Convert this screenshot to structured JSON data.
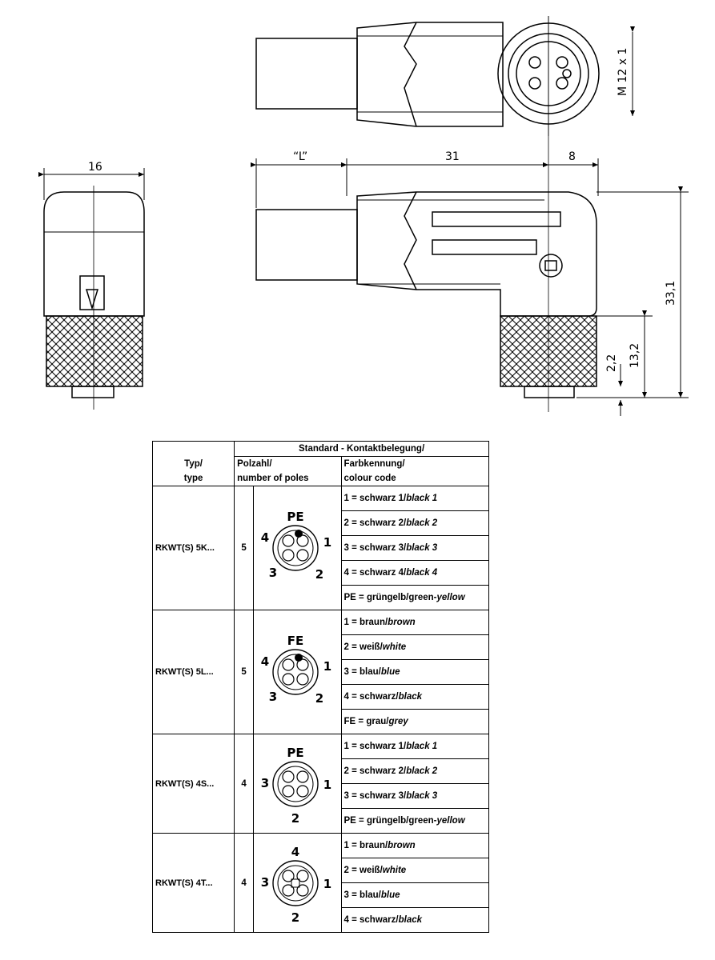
{
  "dimensions": {
    "thread": "M 12 x 1",
    "width_16": "16",
    "length_L": "“L”",
    "length_31": "31",
    "length_8": "8",
    "height_33_1": "33,1",
    "height_13_2": "13,2",
    "height_2_2": "2,2"
  },
  "table": {
    "header_main": "Standard - Kontaktbelegung/",
    "col_type_de": "Typ/",
    "col_type_en": "type",
    "col_poles_de": "Polzahl/",
    "col_poles_en": "number of poles",
    "col_colour_de": "Farbkennung/",
    "col_colour_en": "colour code",
    "rows": [
      {
        "type": "RKWT(S) 5K...",
        "poles": "5",
        "diagram": {
          "top": "PE",
          "left": "4",
          "right": "1",
          "bl": "3",
          "br": "2"
        },
        "colours": [
          {
            "n": "1 = schwarz 1/",
            "it": "black 1"
          },
          {
            "n": "2 = schwarz 2/",
            "it": "black 2"
          },
          {
            "n": "3 = schwarz 3/",
            "it": "black 3"
          },
          {
            "n": "4 = schwarz 4/",
            "it": "black 4"
          },
          {
            "n": "PE = grüngelb/green-",
            "it": "yellow"
          }
        ]
      },
      {
        "type": "RKWT(S) 5L...",
        "poles": "5",
        "diagram": {
          "top": "FE",
          "left": "4",
          "right": "1",
          "bl": "3",
          "br": "2"
        },
        "colours": [
          {
            "n": "1 = braun/",
            "it": "brown"
          },
          {
            "n": "2 = weiß/",
            "it": "white"
          },
          {
            "n": "3 = blau/",
            "it": "blue"
          },
          {
            "n": "4 = schwarz/",
            "it": "black"
          },
          {
            "n": "FE = grau/",
            "it": "grey"
          }
        ]
      },
      {
        "type": "RKWT(S) 4S...",
        "poles": "4",
        "diagram": {
          "top": "PE",
          "left": "3",
          "right": "1",
          "bottom": "2"
        },
        "colours": [
          {
            "n": "1 = schwarz 1/",
            "it": "black 1"
          },
          {
            "n": "2 = schwarz 2/",
            "it": "black 2"
          },
          {
            "n": "3 = schwarz 3/",
            "it": "black 3"
          },
          {
            "n": "PE = grüngelb/green-",
            "it": "yellow"
          }
        ]
      },
      {
        "type": "RKWT(S) 4T...",
        "poles": "4",
        "diagram": {
          "top": "4",
          "left": "3",
          "right": "1",
          "bottom": "2"
        },
        "colours": [
          {
            "n": "1 = braun/",
            "it": "brown"
          },
          {
            "n": "2 = weiß/",
            "it": "white"
          },
          {
            "n": "3 = blau/",
            "it": "blue"
          },
          {
            "n": "4 = schwarz/",
            "it": "black"
          }
        ]
      }
    ]
  }
}
